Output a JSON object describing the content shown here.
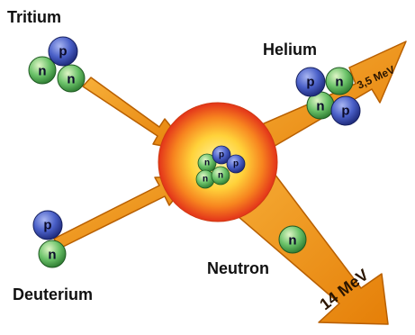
{
  "labels": {
    "tritium": "Tritium",
    "deuterium": "Deuterium",
    "helium": "Helium",
    "neutron": "Neutron"
  },
  "particles": {
    "proton": "p",
    "neutron": "n"
  },
  "energies": {
    "helium": "3,5 MeV",
    "neutron": "14 MeV"
  },
  "colors": {
    "arrow_orange": "#f29a16",
    "arrow_dark": "#c96a00",
    "proton_blue": "#4a60c8",
    "neutron_green": "#6cc36a",
    "core_red": "#e8341c",
    "core_yellow": "#fff27a"
  }
}
